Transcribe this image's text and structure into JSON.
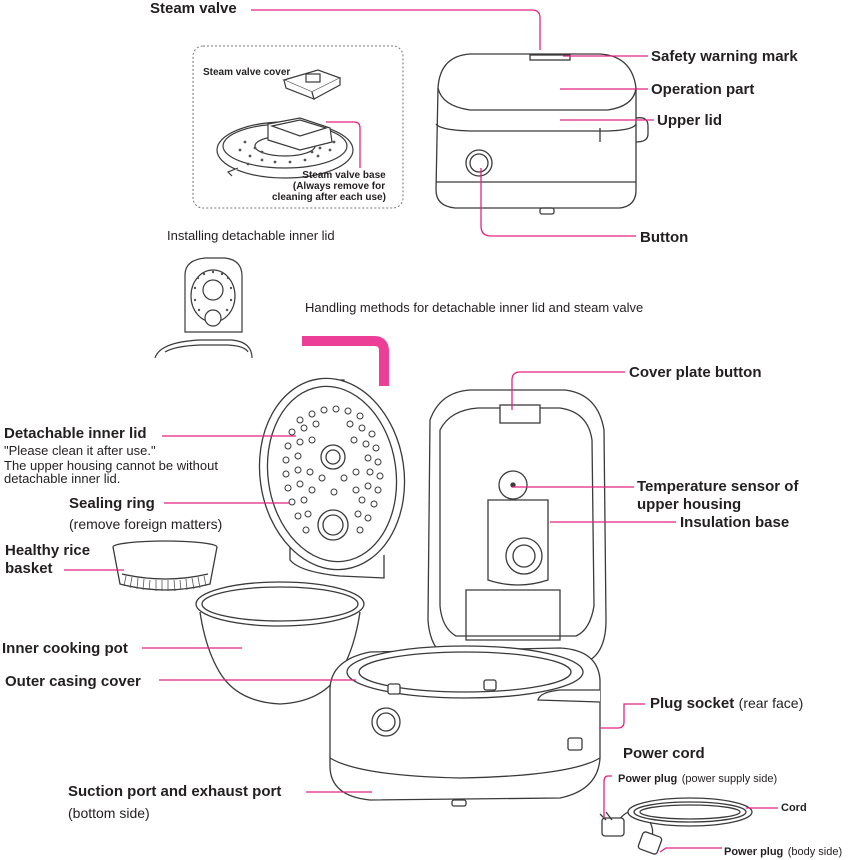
{
  "colors": {
    "leader": "#e4237f",
    "outline": "#3a3a3a",
    "accent_arrow": "#ec3d97"
  },
  "labels": {
    "steam_valve": "Steam valve",
    "safety_warning_mark": "Safety warning mark",
    "operation_part": "Operation part",
    "upper_lid": "Upper lid",
    "button": "Button",
    "steam_valve_cover": "Steam valve cover",
    "steam_valve_base": "Steam valve base",
    "steam_valve_base_note1": "(Always remove for",
    "steam_valve_base_note2": "cleaning after each use)",
    "installing_inner_lid": "Installing detachable inner lid",
    "handling_methods": "Handling methods for detachable inner lid and steam valve",
    "cover_plate_button": "Cover plate button",
    "detachable_inner_lid": "Detachable inner lid",
    "inner_lid_note1": "\"Please clean it after use.\"",
    "inner_lid_note2": "The upper housing cannot be without",
    "inner_lid_note3": "detachable inner lid.",
    "temperature_sensor1": "Temperature sensor of",
    "temperature_sensor2": "upper housing",
    "sealing_ring": "Sealing ring",
    "sealing_ring_note": "(remove foreign matters)",
    "insulation_base": "Insulation base",
    "healthy_rice1": "Healthy rice",
    "healthy_rice2": "basket",
    "inner_cooking_pot": "Inner cooking pot",
    "outer_casing_cover": "Outer casing cover",
    "plug_socket": "Plug socket",
    "plug_socket_note": "(rear face)",
    "power_cord": "Power cord",
    "power_plug": "Power plug",
    "power_plug_supply_note": "(power supply side)",
    "cord": "Cord",
    "power_plug_body_note": "(body side)",
    "suction_port": "Suction port and exhaust port",
    "suction_port_note": "(bottom side)"
  }
}
